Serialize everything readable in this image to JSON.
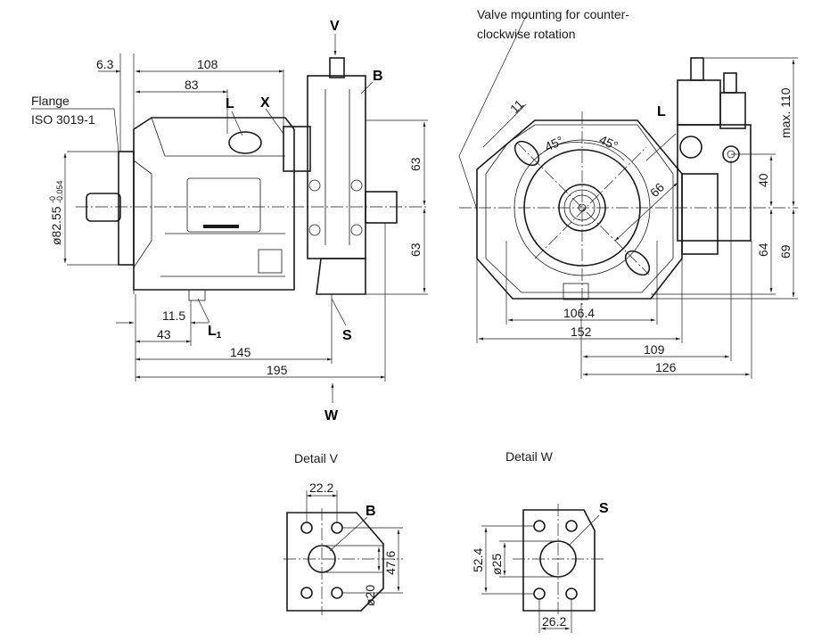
{
  "side_view": {
    "flange_label": "Flange",
    "flange_standard": "ISO 3019-1",
    "dim_flange_thickness": "6.3",
    "dim_108": "108",
    "dim_83": "83",
    "diameter_nominal": "ø82.55",
    "diameter_tol_upper": "-0",
    "diameter_tol_lower": "-0.054",
    "port_L": "L",
    "port_X": "X",
    "view_V": "V",
    "port_B": "B",
    "dim_63_upper": "63",
    "dim_63_lower": "63",
    "dim_11_5": "11.5",
    "dim_43": "43",
    "port_L1": "L",
    "port_L1_sub": "1",
    "port_S": "S",
    "dim_145": "145",
    "dim_195": "195",
    "view_W": "W"
  },
  "front_view": {
    "note_line1": "Valve mounting for counter-",
    "note_line2": "clockwise rotation",
    "dim_11": "11",
    "angle_1": "45°",
    "angle_2": "45°",
    "port_L": "L",
    "dim_66": "66",
    "dim_max_110": "max. 110",
    "dim_40": "40",
    "dim_64": "64",
    "dim_69": "69",
    "dim_106_4": "106.4",
    "dim_152": "152",
    "dim_109": "109",
    "dim_126": "126"
  },
  "detail_v": {
    "title": "Detail V",
    "dim_22_2": "22.2",
    "port_B": "B",
    "dim_47_6": "47.6",
    "dim_dia_20": "ø20"
  },
  "detail_w": {
    "title": "Detail W",
    "port_S": "S",
    "dim_52_4": "52.4",
    "dim_dia_25": "ø25",
    "dim_26_2": "26.2"
  }
}
